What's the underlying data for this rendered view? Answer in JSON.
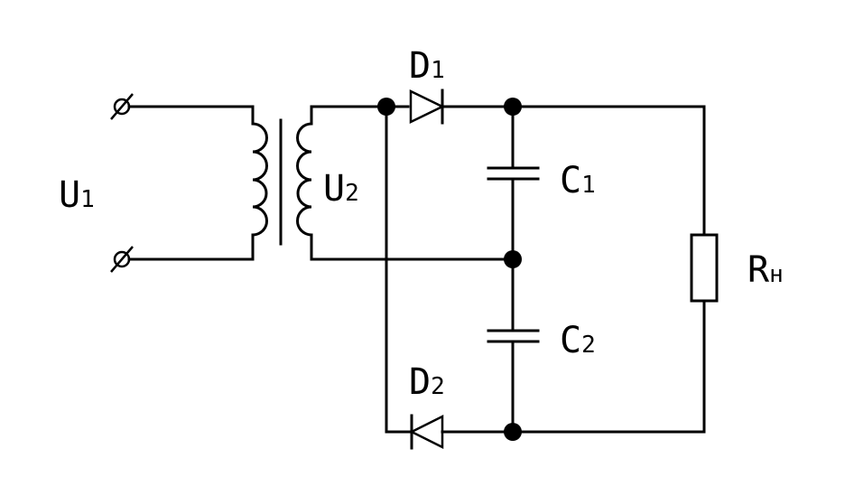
{
  "labels": {
    "input_voltage": {
      "main": "U",
      "sub": "1"
    },
    "secondary_voltage": {
      "main": "U",
      "sub": "2"
    },
    "diode_1": {
      "main": "D",
      "sub": "1"
    },
    "diode_2": {
      "main": "D",
      "sub": "2"
    },
    "capacitor_1": {
      "main": "C",
      "sub": "1"
    },
    "capacitor_2": {
      "main": "C",
      "sub": "2"
    },
    "load_resistor": {
      "main": "R",
      "sub": "н"
    }
  },
  "colors": {
    "line": "#000000",
    "background": "#ffffff"
  }
}
